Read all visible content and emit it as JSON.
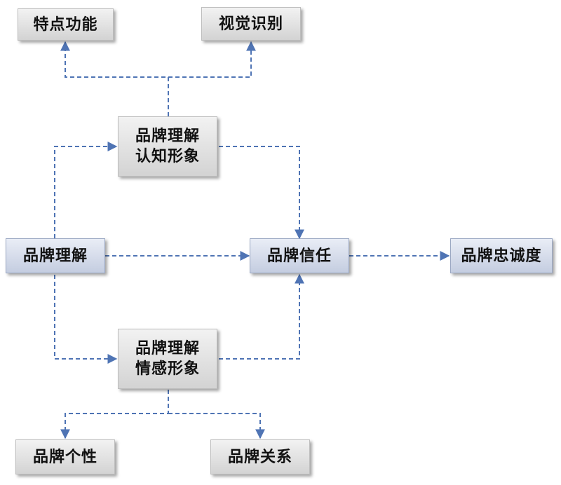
{
  "nodes": {
    "features": "特点功能",
    "visual_identity": "视觉识别",
    "cognitive_line1": "品牌理解",
    "cognitive_line2": "认知形象",
    "brand_understanding": "品牌理解",
    "brand_trust": "品牌信任",
    "brand_loyalty": "品牌忠诚度",
    "emotional_line1": "品牌理解",
    "emotional_line2": "情感形象",
    "brand_personality": "品牌个性",
    "brand_relations": "品牌关系"
  },
  "colors": {
    "connector": "#4f74b4",
    "box_gray": "#d9d9d9",
    "box_blue": "#c4cde0"
  }
}
